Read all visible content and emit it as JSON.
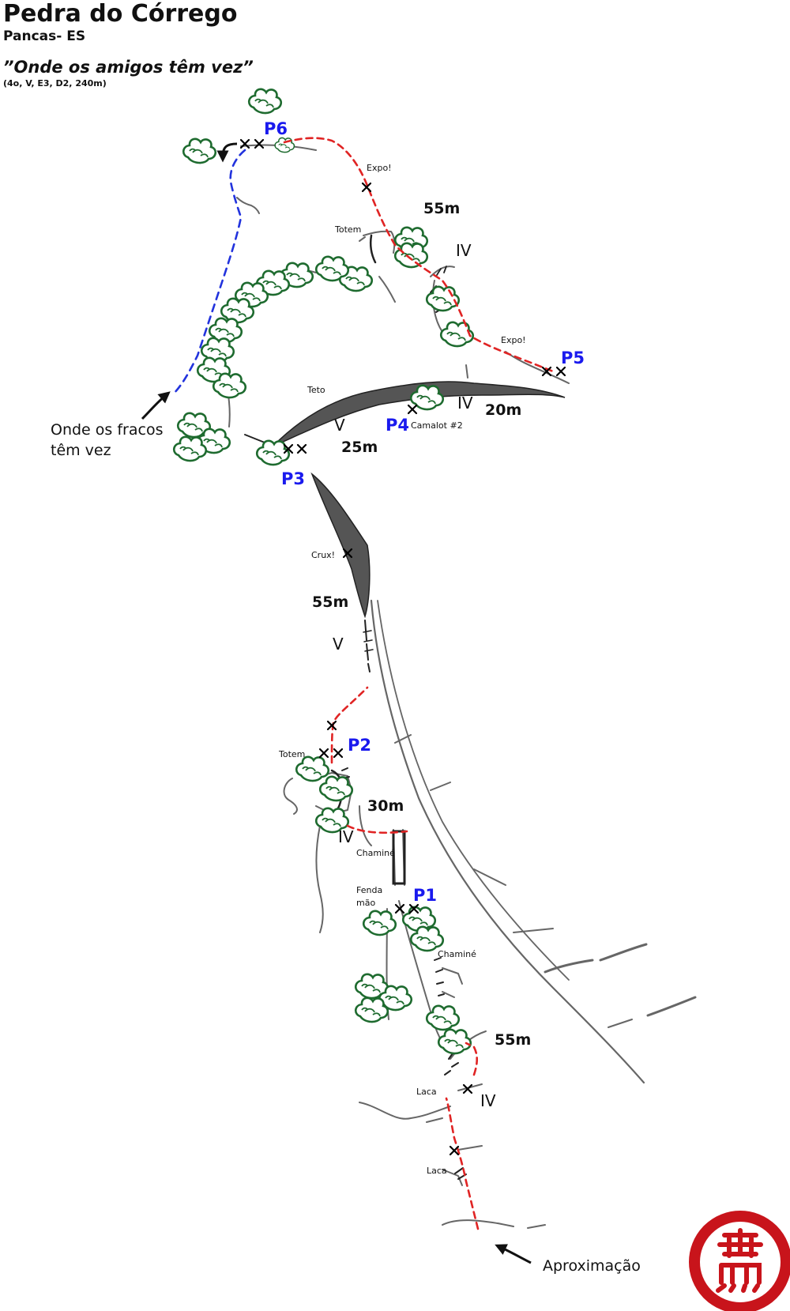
{
  "header": {
    "title": "Pedra do Córrego",
    "location": "Pancas- ES",
    "route_name": "”Onde os amigos têm vez”",
    "route_grade": "(4o, V, E3, D2, 240m)"
  },
  "belays": {
    "p1": "P1",
    "p2": "P2",
    "p3": "P3",
    "p4": "P4",
    "p5": "P5",
    "p6": "P6"
  },
  "pitches": {
    "p1_length": "55m",
    "p2_length": "30m",
    "p3_length": "55m",
    "p4_length": "25m",
    "p5_length": "20m",
    "p6_length": "55m"
  },
  "grades": {
    "p1_grade": "IV",
    "p2_grade": "IV",
    "p3_grade": "V",
    "p4_grade": "V",
    "p5_grade": "IV",
    "p6_grade": "IV"
  },
  "notes": {
    "expo_top": "Expo!",
    "totem_top": "Totem",
    "expo_p5": "Expo!",
    "teto": "Teto",
    "camalot": "Camalot #2",
    "crux": "Crux!",
    "totem_p2": "Totem",
    "chamine_p2": "Chaminé",
    "fenda_line1": "Fenda",
    "fenda_line2": "mão",
    "chamine_p1": "Chaminé",
    "laca_upper": "Laca",
    "laca_lower": "Laca"
  },
  "annotations": {
    "weak_line1": "Onde os fracos",
    "weak_line2": "têm vez",
    "approach": "Aproximação"
  },
  "colors": {
    "route": "#e02424",
    "descent": "#2233dd",
    "belay_label": "#1a1aee",
    "vegetation": "#1e6b2f",
    "rock_dark": "#555555",
    "stamp": "#c8141b"
  },
  "icons": {
    "bolt": "x-mark-icon",
    "arrow": "curved-arrow-icon",
    "vegetation": "bush-icon",
    "stamp": "red-seal-stamp-icon"
  }
}
